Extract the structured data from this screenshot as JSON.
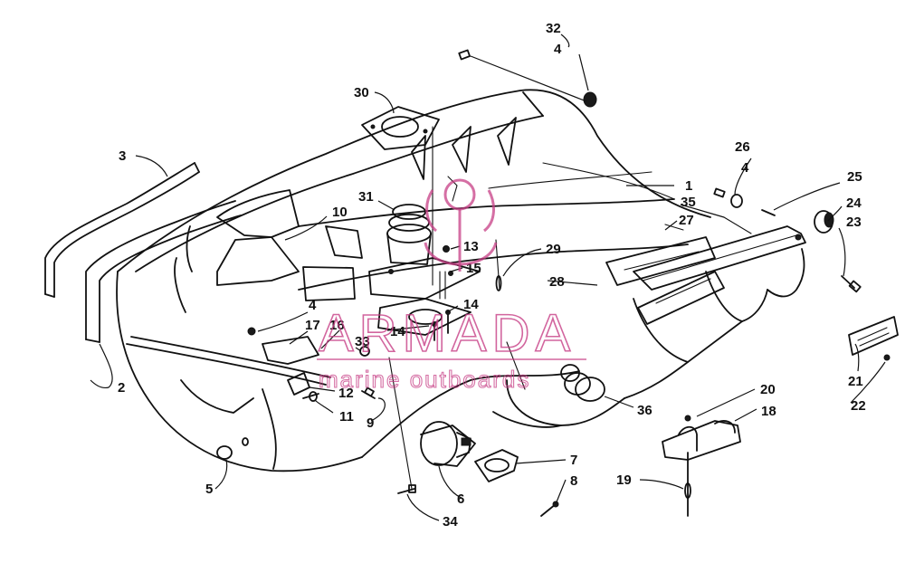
{
  "watermark": {
    "title": "ARMADA",
    "subtitle": "marine outboards",
    "color": "#c73f86"
  },
  "callouts": [
    {
      "id": "c32",
      "label": "32"
    },
    {
      "id": "c4a",
      "label": "4"
    },
    {
      "id": "c30",
      "label": "30"
    },
    {
      "id": "c3",
      "label": "3"
    },
    {
      "id": "c1",
      "label": "1"
    },
    {
      "id": "c26",
      "label": "26"
    },
    {
      "id": "c4b",
      "label": "4"
    },
    {
      "id": "c25",
      "label": "25"
    },
    {
      "id": "c31",
      "label": "31"
    },
    {
      "id": "c10",
      "label": "10"
    },
    {
      "id": "c35",
      "label": "35"
    },
    {
      "id": "c27",
      "label": "27"
    },
    {
      "id": "c24",
      "label": "24"
    },
    {
      "id": "c23",
      "label": "23"
    },
    {
      "id": "c13",
      "label": "13"
    },
    {
      "id": "c29",
      "label": "29"
    },
    {
      "id": "c15",
      "label": "15"
    },
    {
      "id": "c28",
      "label": "28"
    },
    {
      "id": "c14a",
      "label": "14"
    },
    {
      "id": "c14b",
      "label": "14"
    },
    {
      "id": "c4c",
      "label": "4"
    },
    {
      "id": "c17",
      "label": "17"
    },
    {
      "id": "c16",
      "label": "16"
    },
    {
      "id": "c33",
      "label": "33"
    },
    {
      "id": "c2",
      "label": "2"
    },
    {
      "id": "c12",
      "label": "12"
    },
    {
      "id": "c11",
      "label": "11"
    },
    {
      "id": "c9",
      "label": "9"
    },
    {
      "id": "c36",
      "label": "36"
    },
    {
      "id": "c20",
      "label": "20"
    },
    {
      "id": "c18",
      "label": "18"
    },
    {
      "id": "c21",
      "label": "21"
    },
    {
      "id": "c22",
      "label": "22"
    },
    {
      "id": "c5",
      "label": "5"
    },
    {
      "id": "c7",
      "label": "7"
    },
    {
      "id": "c8",
      "label": "8"
    },
    {
      "id": "c6",
      "label": "6"
    },
    {
      "id": "c19",
      "label": "19"
    },
    {
      "id": "c34",
      "label": "34"
    }
  ]
}
